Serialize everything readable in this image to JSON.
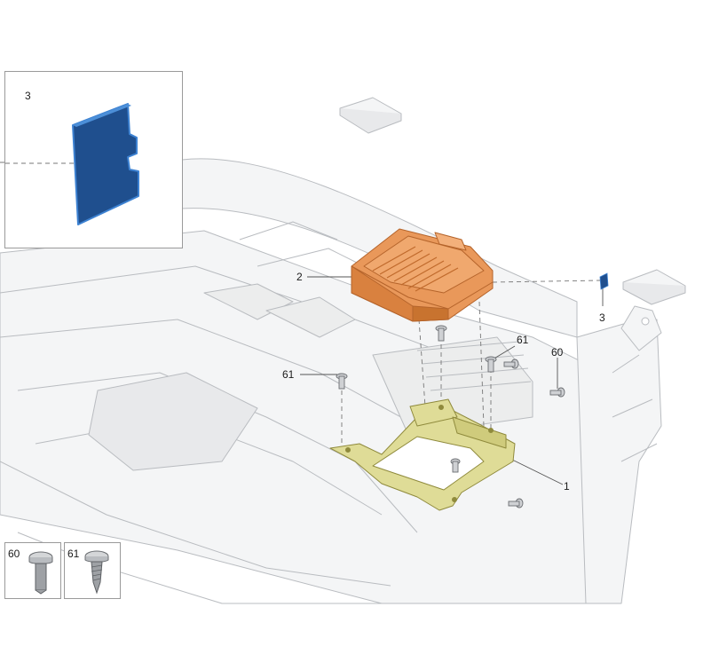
{
  "detail_inset": {
    "label": "3"
  },
  "callouts": {
    "bracket": "1",
    "control_unit": "2",
    "card": "3",
    "screw_right": "60",
    "screw_top": "61",
    "screw_left": "61"
  },
  "legend": [
    {
      "label": "60",
      "icon": "bolt-icon"
    },
    {
      "label": "61",
      "icon": "self-tapping-screw-icon"
    }
  ],
  "colors": {
    "line": "#b9bcc0",
    "fill": "#f4f5f6",
    "unit": "#e9985a",
    "unit_dark": "#b5642b",
    "bracket": "#dfdc97",
    "bracket_edge": "#8f8a3c",
    "card": "#1f4f8e",
    "card_edge": "#3d82d2"
  }
}
